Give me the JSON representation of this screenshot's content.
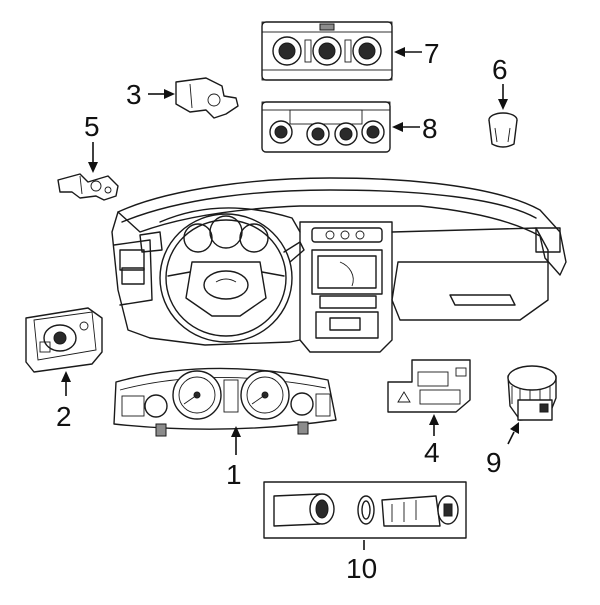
{
  "diagram": {
    "callouts": [
      {
        "id": "1",
        "text": "1"
      },
      {
        "id": "2",
        "text": "2"
      },
      {
        "id": "3",
        "text": "3"
      },
      {
        "id": "4",
        "text": "4"
      },
      {
        "id": "5",
        "text": "5"
      },
      {
        "id": "6",
        "text": "6"
      },
      {
        "id": "7",
        "text": "7"
      },
      {
        "id": "8",
        "text": "8"
      },
      {
        "id": "9",
        "text": "9"
      },
      {
        "id": "10",
        "text": "10"
      }
    ]
  },
  "colors": {
    "line": "#1a1a1a",
    "background": "#ffffff"
  }
}
